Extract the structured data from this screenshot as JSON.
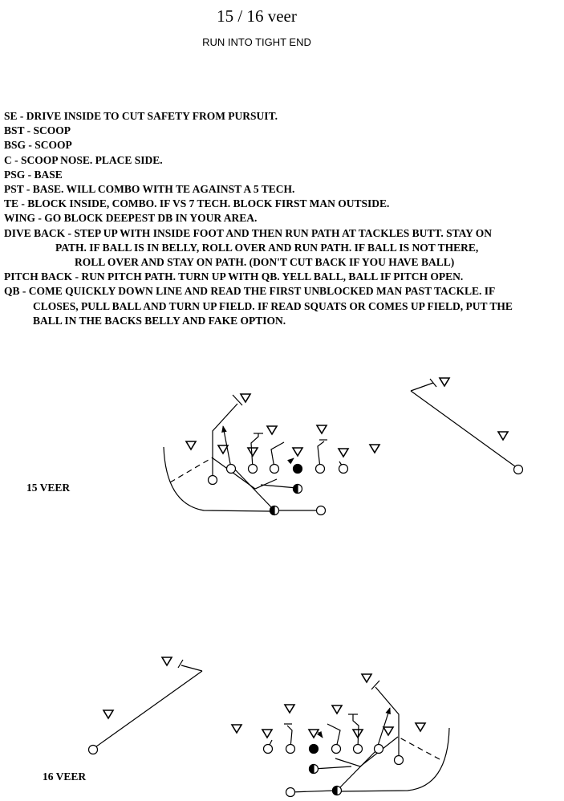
{
  "title": "15 / 16  veer",
  "subtitle": "RUN INTO TIGHT END",
  "assignments": [
    "SE - DRIVE INSIDE TO CUT  SAFETY FROM PURSUIT.",
    "BST - SCOOP",
    "BSG - SCOOP",
    "C - SCOOP NOSE. PLACE SIDE.",
    "PSG - BASE",
    "PST - BASE. WILL COMBO WITH TE AGAINST A 5 TECH.",
    "TE  -  BLOCK INSIDE, COMBO. IF VS 7 TECH. BLOCK FIRST MAN OUTSIDE.",
    "WING - GO BLOCK DEEPEST DB IN YOUR AREA.",
    "DIVE BACK - STEP UP WITH INSIDE FOOT AND THEN RUN PATH AT TACKLES BUTT.  STAY ON",
    "PATH.  IF BALL IS IN BELLY, ROLL OVER AND RUN PATH.  IF BALL IS NOT THERE,",
    "ROLL OVER AND STAY ON PATH. (DON'T CUT BACK IF YOU HAVE BALL)",
    "PITCH BACK - RUN PITCH PATH. TURN UP WITH QB. YELL BALL, BALL IF PITCH OPEN.",
    "QB - COME QUICKLY DOWN LINE AND READ THE FIRST UNBLOCKED MAN PAST TACKLE. IF",
    "CLOSES, PULL BALL AND TURN UP FIELD. IF READ SQUATS OR COMES UP FIELD, PUT THE",
    "BALL IN THE BACKS BELLY AND FAKE OPTION."
  ],
  "plays": [
    {
      "label": "15 VEER"
    },
    {
      "label": "16 VEER"
    }
  ]
}
